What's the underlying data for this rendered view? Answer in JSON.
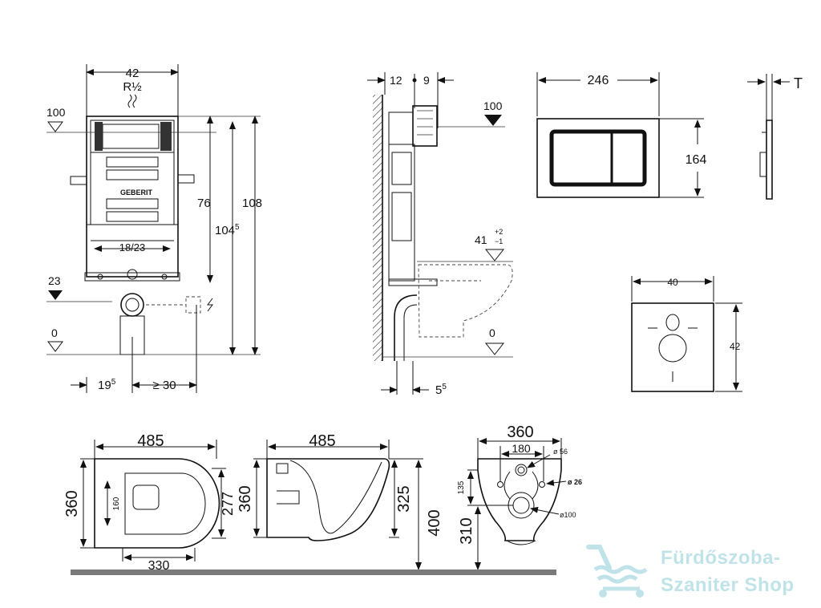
{
  "frame_dims": {
    "width": "42",
    "pipe": "R½",
    "h76": "76",
    "h104": "104",
    "h104_sup": "5",
    "h108": "108",
    "inner": "18/23",
    "lvl100": "100",
    "lvl23": "23",
    "lvl0": "0",
    "off19": "19",
    "off19_sup": "5",
    "min30": "≥ 30",
    "brand": "GEBERIT"
  },
  "side_dims": {
    "d12": "12",
    "d9": "9",
    "lvl100": "100",
    "lvl41": "41",
    "tol_plus": "+2",
    "tol_minus": "−1",
    "lvl0": "0",
    "d5": "5",
    "d5_sup": "5"
  },
  "plate_dims": {
    "w": "246",
    "h": "164",
    "t": "T"
  },
  "mat_dims": {
    "w": "40",
    "h": "42"
  },
  "bowl_top": {
    "w": "485",
    "h": "360",
    "inner_w": "330",
    "inner_h": "277",
    "seat": "160"
  },
  "bowl_side": {
    "w": "485",
    "h": "360",
    "h325": "325",
    "h400": "400"
  },
  "bowl_back": {
    "w": "360",
    "w180": "180",
    "d56": "ø 56",
    "d26": "ø 26",
    "d100": "ø100",
    "h135": "135",
    "h310": "310"
  },
  "watermark": {
    "line1": "Fürdőszoba-",
    "line2": "Szaniter Shop",
    "color": "#bfe3e8"
  }
}
